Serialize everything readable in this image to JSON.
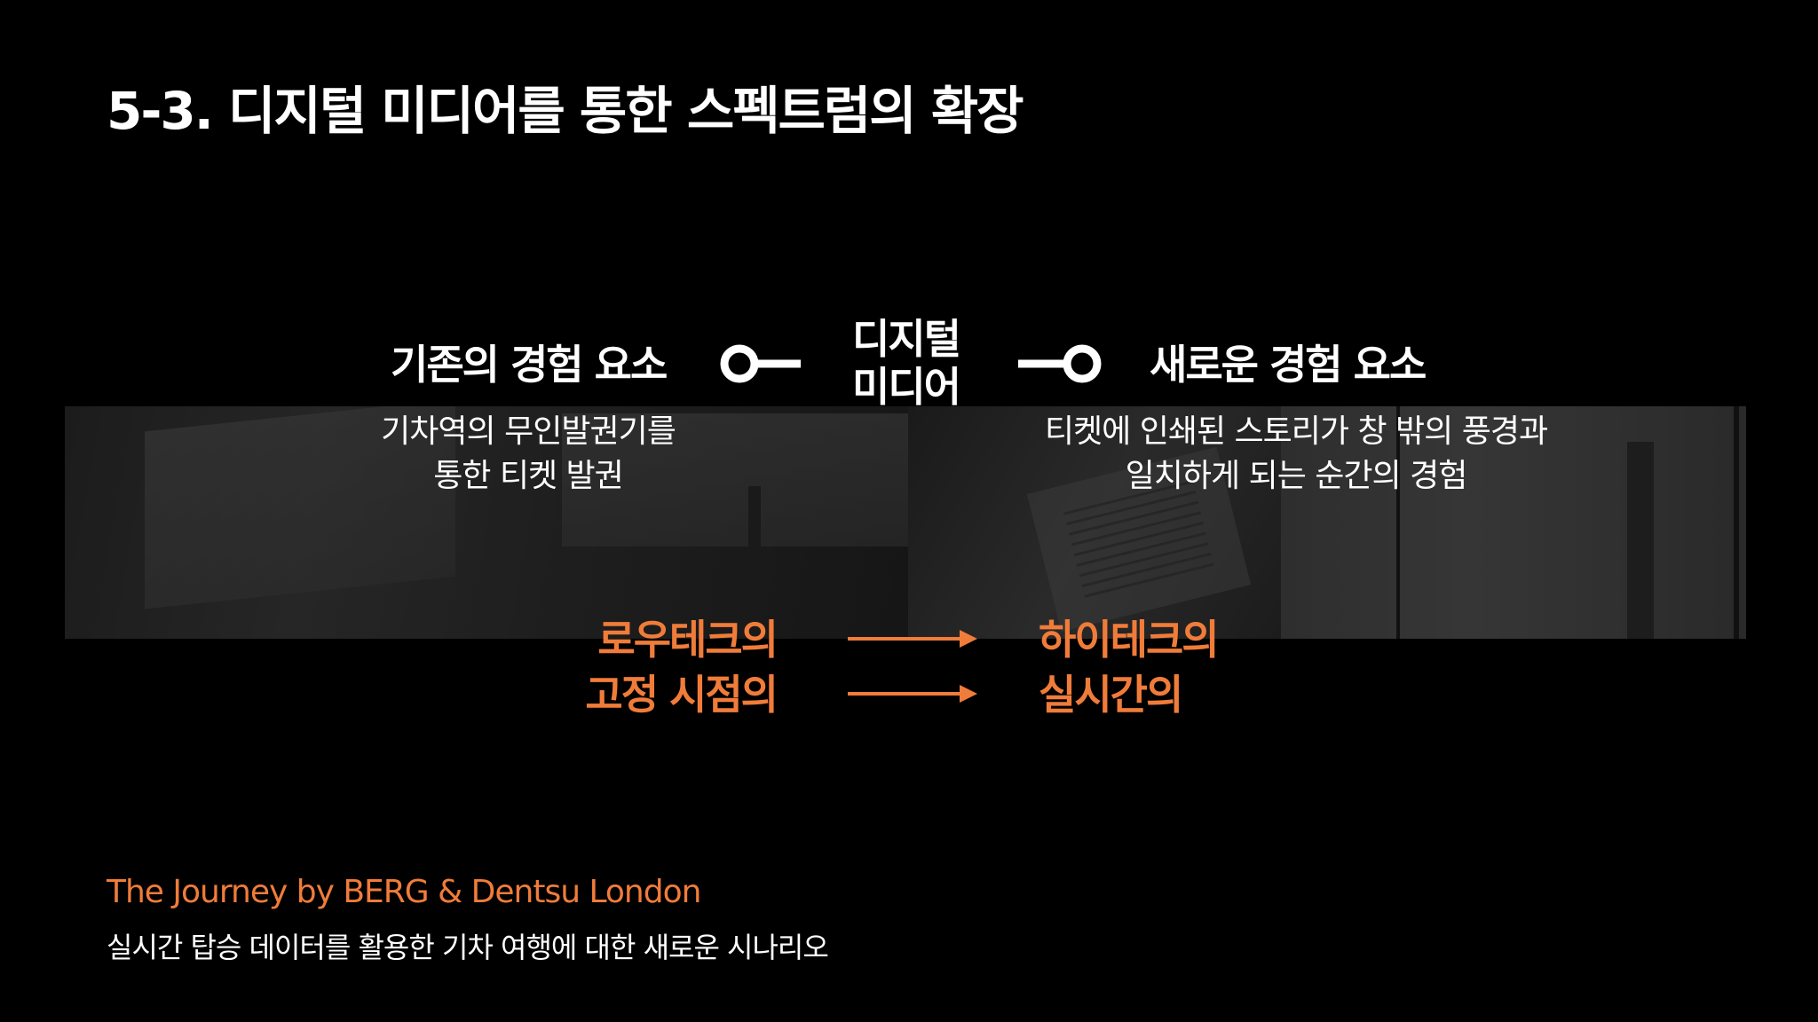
{
  "slide": {
    "title": "5-3. 디지털 미디어를 통한 스펙트럼의 확장",
    "left": {
      "heading": "기존의 경험 요소",
      "desc_line1": "기차역의 무인발권기를",
      "desc_line2": "통한 티켓 발권"
    },
    "center": {
      "line1": "디지털",
      "line2": "미디어"
    },
    "right": {
      "heading": "새로운 경험 요소",
      "desc_line1": "티켓에 인쇄된 스토리가 창 밖의 풍경과",
      "desc_line2": "일치하게 되는 순간의 경험"
    },
    "transition": {
      "from_line1": "로우테크의",
      "from_line2": "고정 시점의",
      "to_line1": "하이테크의",
      "to_line2": "실시간의"
    },
    "credit": "The Journey by BERG & Dentsu London",
    "subtitle": "실시간 탑승 데이터를 활용한 기차 여행에 대한 새로운 시나리오"
  },
  "colors": {
    "background": "#000000",
    "text": "#ffffff",
    "accent": "#f07c3a"
  },
  "icons": [
    "connector-circle-line-icon",
    "arrow-right-icon"
  ]
}
